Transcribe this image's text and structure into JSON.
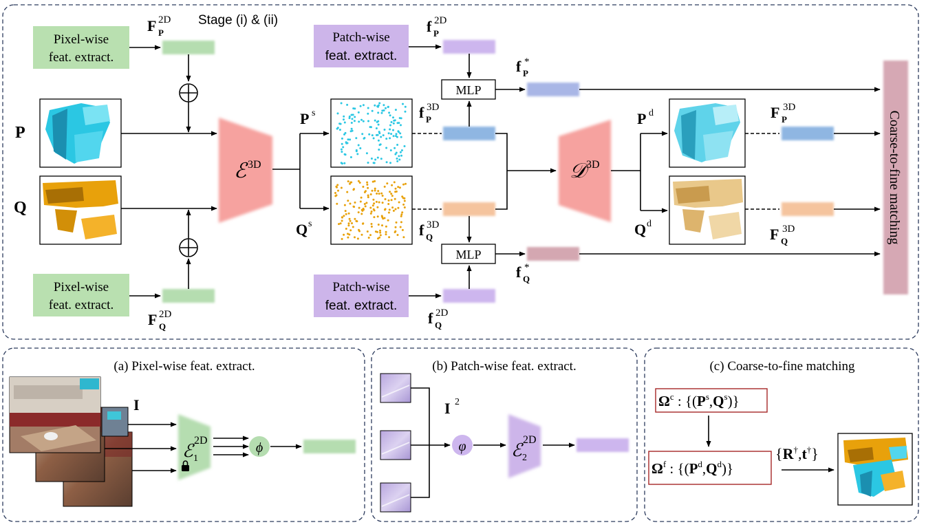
{
  "stage_label": "Stage (i) & (ii)",
  "colors": {
    "pixel_box": "#b9e0b0",
    "pixel_feat": "#b5ddb0",
    "patch_box": "#cdb5ea",
    "patch_feat": "#cdb6ee",
    "encoder": "#f6a29f",
    "point_feat_p": "#8fb6e2",
    "point_feat_q": "#f5c49e",
    "fused_p": "#a9b6e6",
    "fused_q": "#d4a7b1",
    "matching_box": "#d6a8b4",
    "frame_dash": "#2b3a5c",
    "cloud_p": "#2bc7e3",
    "cloud_q": "#e8a10b",
    "cloud_q_dense": "#e9c88a"
  },
  "inputs": {
    "p": "P",
    "q": "Q"
  },
  "pixel_wise": {
    "line1": "Pixel-wise",
    "line2": "feat. extract."
  },
  "patch_wise": {
    "line1": "Patch-wise",
    "line2": "feat. extract."
  },
  "mlp": "MLP",
  "encoder": {
    "sym": "ℰ",
    "sup": "3D"
  },
  "decoder": {
    "sym": "𝒟",
    "sup": "3D"
  },
  "matching_label": "Coarse-to-fine matching",
  "labels": {
    "FP2D": {
      "base": "F",
      "sub": "P",
      "sup": "2D"
    },
    "FQ2D": {
      "base": "F",
      "sub": "Q",
      "sup": "2D"
    },
    "fP2D": {
      "base": "f",
      "sub": "P",
      "sup": "2D"
    },
    "fQ2D": {
      "base": "f",
      "sub": "Q",
      "sup": "2D"
    },
    "fPstar": {
      "base": "f",
      "sub": "P",
      "sup": "*"
    },
    "fQstar": {
      "base": "f",
      "sub": "Q",
      "sup": "*"
    },
    "fP3D": {
      "base": "f",
      "sub": "P",
      "sup": "3D"
    },
    "fQ3D": {
      "base": "f",
      "sub": "Q",
      "sup": "3D"
    },
    "FP3D": {
      "base": "F",
      "sub": "P",
      "sup": "3D"
    },
    "FQ3D": {
      "base": "F",
      "sub": "Q",
      "sup": "3D"
    },
    "Ps": {
      "base": "P",
      "sup": "s"
    },
    "Qs": {
      "base": "Q",
      "sup": "s"
    },
    "Pd": {
      "base": "P",
      "sup": "d"
    },
    "Qd": {
      "base": "Q",
      "sup": "d"
    }
  },
  "panel_a": {
    "title": "(a) Pixel-wise feat. extract.",
    "input_label": "I",
    "encoder": {
      "sym": "ℰ",
      "sub": "1",
      "sup": "2D"
    },
    "fn": "ϕ",
    "lock_icon": "lock-icon"
  },
  "panel_b": {
    "title": "(b) Patch-wise feat. extract.",
    "input_label": "I",
    "input_sup": "2",
    "fn": "φ",
    "encoder": {
      "sym": "ℰ",
      "sub": "2",
      "sup": "2D"
    }
  },
  "panel_c": {
    "title": "(c) Coarse-to-fine matching",
    "coarse": {
      "omega": "Ω",
      "sup": "c",
      "text_a": " : {(",
      "p": "P",
      "p_sup": "s",
      "comma": ",",
      "q": "Q",
      "q_sup": "s",
      "close": ")}"
    },
    "fine": {
      "omega": "Ω",
      "sup": "f",
      "text_a": " : {(",
      "p": "P",
      "p_sup": "d",
      "comma": ",",
      "q": "Q",
      "q_sup": "d",
      "close": ")}"
    },
    "output": {
      "open": "{",
      "r": "R",
      "r_sup": "†",
      "comma": ",",
      "t": "t",
      "t_sup": "†",
      "close": "}"
    }
  }
}
